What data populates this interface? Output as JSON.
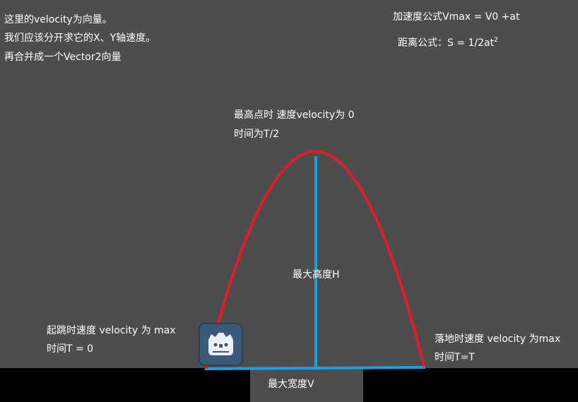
{
  "notes": {
    "line1": "这里的velocity为向量。",
    "line2": "我们应该分开求它的X、Y轴速度。",
    "line3": "再合并成一个Vector2向量"
  },
  "formulas": {
    "accel": "加速度公式Vmax = V0 +at",
    "distance_prefix": "距离公式：S = 1/2at",
    "distance_sup": "2"
  },
  "apex": {
    "line1": "最高点时 速度velocity为 0",
    "line2": "时间为T/2"
  },
  "height_label": "最大高度H",
  "jump": {
    "line1": "起跳时速度 velocity 为 max",
    "line2": "时间T = 0"
  },
  "land": {
    "line1": "落地时速度 velocity 为max",
    "line2": "时间T=T"
  },
  "width_label": "最大宽度V",
  "colors": {
    "arc": "#e01e2a",
    "measure": "#1a9fe0",
    "background": "#4d4d4d",
    "ground": "#000000",
    "logo_bg": "#3b5a78",
    "logo_fg": "#e8eef4"
  },
  "icons": {
    "logo": "godot-logo-icon"
  }
}
